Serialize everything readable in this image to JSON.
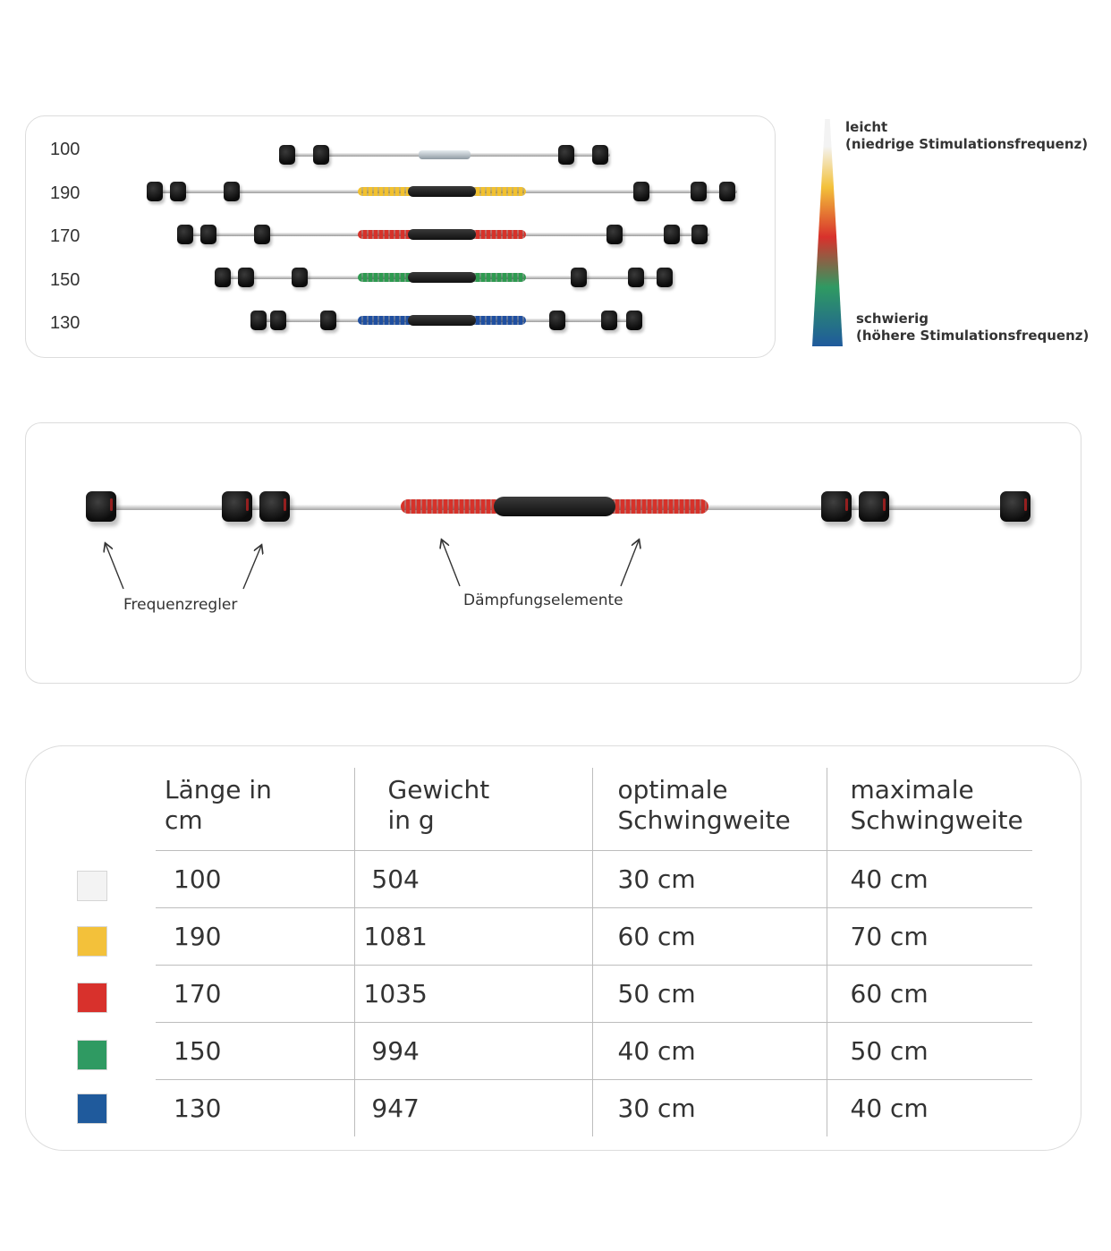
{
  "overview": {
    "rows": [
      {
        "length": "100",
        "damper_color": "#c9d2d8"
      },
      {
        "length": "190",
        "damper_color": "#f2c12e"
      },
      {
        "length": "170",
        "damper_color": "#d6322a"
      },
      {
        "length": "150",
        "damper_color": "#2e9a50"
      },
      {
        "length": "130",
        "damper_color": "#1f4fa0"
      }
    ]
  },
  "scale": {
    "top_line1": "leicht",
    "top_line2": "(niedrige Stimulationsfrequenz)",
    "bottom_line1": "schwierig",
    "bottom_line2": "(höhere Stimulationsfrequenz)"
  },
  "detail": {
    "label_frequency": "Frequenzregler",
    "label_damping": "Dämpfungselemente",
    "damper_color": "#d6322a"
  },
  "table": {
    "headers": {
      "length": "Länge in\ncm",
      "weight": "Gewicht\nin g",
      "optimal": "optimale\nSchwingweite",
      "maximal": "maximale\nSchwingweite"
    },
    "rows": [
      {
        "color": "#f3f3f3",
        "length": "100",
        "weight": " 504",
        "optimal": "30 cm",
        "maximal": "40 cm"
      },
      {
        "color": "#f3c13a",
        "length": "190",
        "weight": "1081",
        "optimal": "60 cm",
        "maximal": "70 cm"
      },
      {
        "color": "#d8312c",
        "length": "170",
        "weight": "1035",
        "optimal": "50 cm",
        "maximal": "60 cm"
      },
      {
        "color": "#2f9a62",
        "length": "150",
        "weight": " 994",
        "optimal": "40 cm",
        "maximal": "50 cm"
      },
      {
        "color": "#1f5a9c",
        "length": "130",
        "weight": " 947",
        "optimal": "30 cm",
        "maximal": "40 cm"
      }
    ]
  }
}
